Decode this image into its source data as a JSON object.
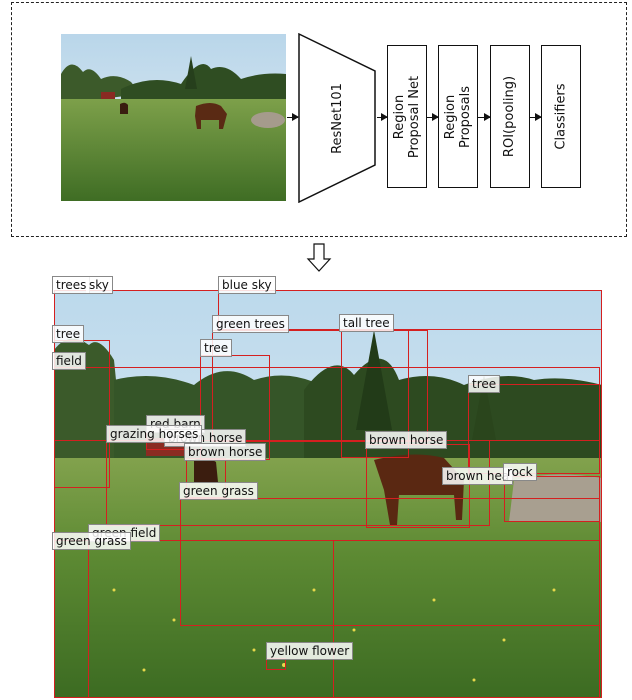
{
  "pipeline": {
    "stages": [
      {
        "id": "resnet",
        "label": "ResNet101"
      },
      {
        "id": "rpn",
        "label": "Region\nProposal Net"
      },
      {
        "id": "proposals",
        "label": "Region\nProposals"
      },
      {
        "id": "roi",
        "label": "ROI(pooling)"
      },
      {
        "id": "classifiers",
        "label": "Classifiers"
      }
    ]
  },
  "detections": {
    "labels": {
      "trees": "trees",
      "sky": "sky",
      "blue_sky": "blue sky",
      "tree_left": "tree",
      "field": "field",
      "green_trees": "green trees",
      "tall_tree": "tall tree",
      "tree_mid": "tree",
      "tree_right": "tree",
      "red_barn": "red barn",
      "grazing_horses": "grazing horses",
      "brown_horse_a": "brown horse",
      "brown_horse_b": "brown horse",
      "brown_horse_c": "brown horse",
      "brown_horse_d": "brown hea",
      "rock": "rock",
      "green_grass_a": "green grass",
      "green_field": "green field",
      "green_grass_b": "green grass",
      "yellow_flower": "yellow flower"
    }
  },
  "colors": {
    "box": "#d42020",
    "sky": "#cfe3ee",
    "grass": "#5c8a35",
    "horse": "#6b3318"
  }
}
